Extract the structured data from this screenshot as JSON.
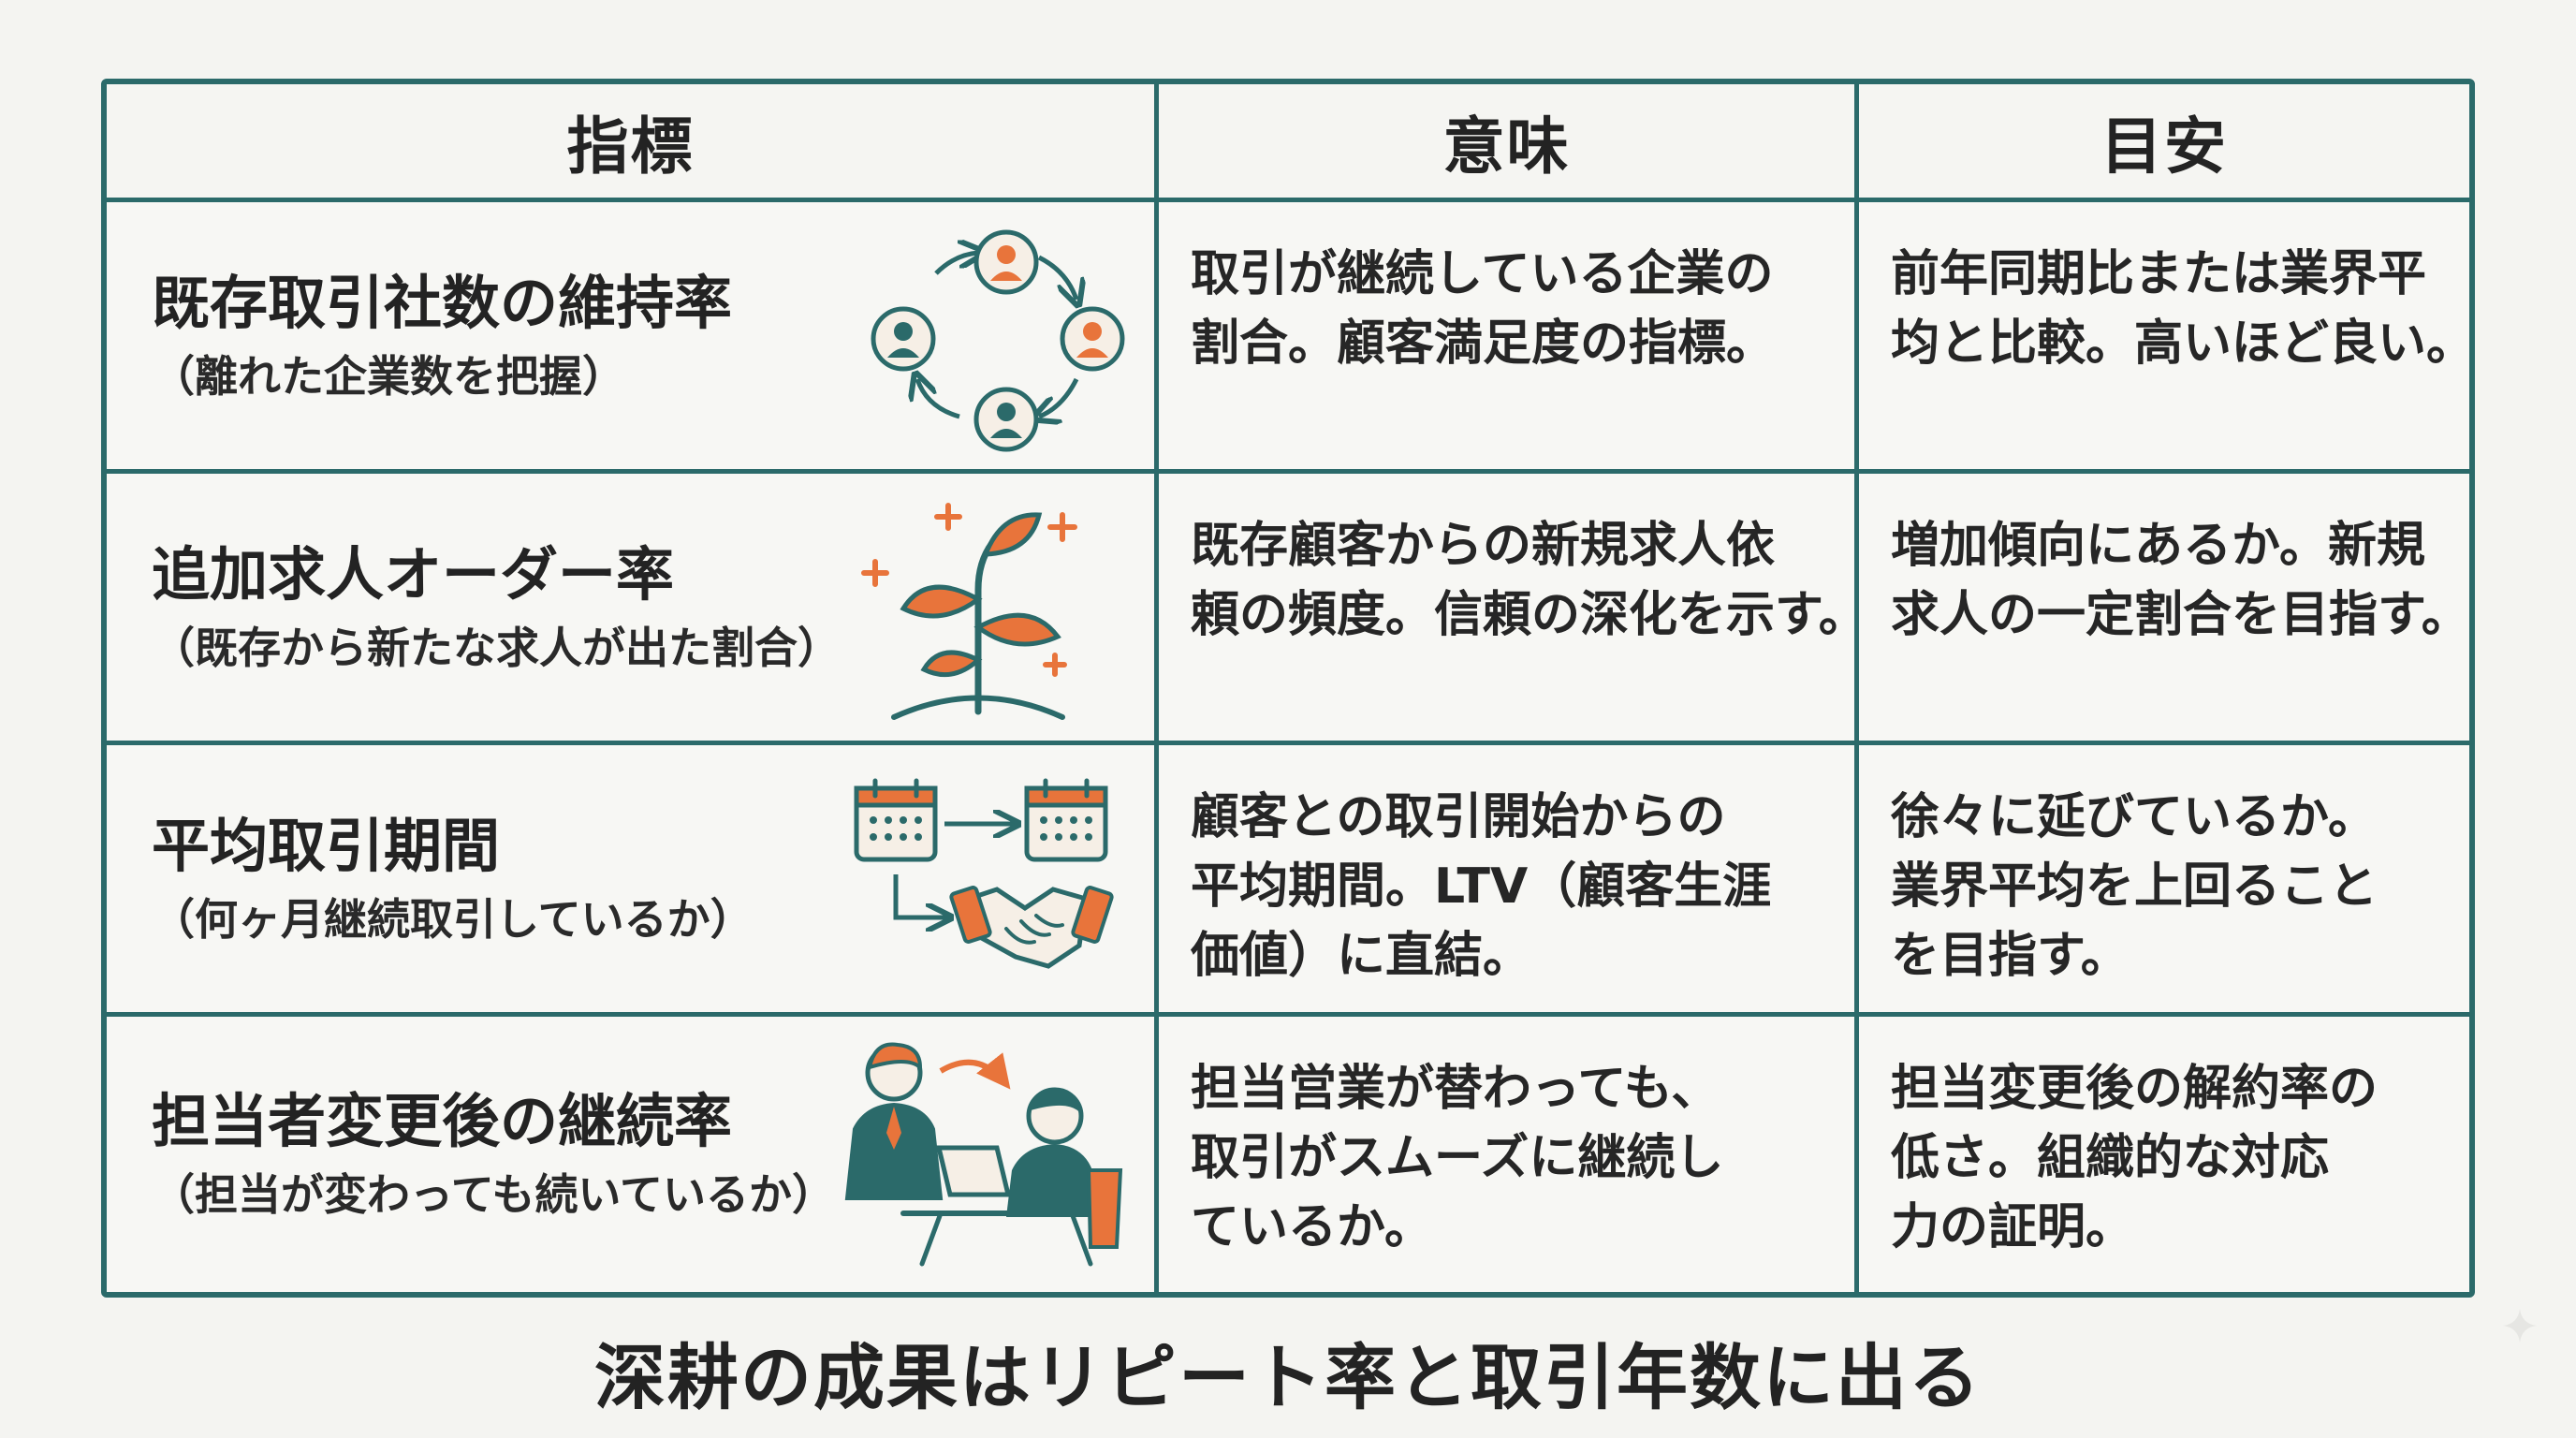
{
  "headers": [
    "指標",
    "意味",
    "目安"
  ],
  "rows": [
    {
      "metric_title": "既存取引社数の維持率",
      "metric_sub": "（離れた企業数を把握）",
      "icon": "people-cycle-icon",
      "meaning": [
        "取引が継続している企業の",
        "割合。顧客満足度の指標。"
      ],
      "target": [
        "前年同期比または業界平",
        "均と比較。高いほど良い。"
      ]
    },
    {
      "metric_title": "追加求人オーダー率",
      "metric_sub": "（既存から新たな求人が出た割合）",
      "icon": "sprout-growth-icon",
      "meaning": [
        "既存顧客からの新規求人依",
        "頼の頻度。信頼の深化を示す。"
      ],
      "target": [
        "増加傾向にあるか。新規",
        "求人の一定割合を目指す。"
      ]
    },
    {
      "metric_title": "平均取引期間",
      "metric_sub": "（何ヶ月継続取引しているか）",
      "icon": "calendar-handshake-icon",
      "meaning": [
        "顧客との取引開始からの",
        "平均期間。LTV（顧客生涯",
        "価値）に直結。"
      ],
      "target": [
        "徐々に延びているか。",
        "業界平均を上回ること",
        "を目指す。"
      ]
    },
    {
      "metric_title": "担当者変更後の継続率",
      "metric_sub": "（担当が変わっても続いているか）",
      "icon": "handover-meeting-icon",
      "meaning": [
        "担当営業が替わっても、",
        "取引がスムーズに継続し",
        "ているか。"
      ],
      "target": [
        "担当変更後の解約率の",
        "低さ。組織的な対応",
        "力の証明。"
      ]
    }
  ],
  "footer": "深耕の成果はリピート率と取引年数に出る",
  "colors": {
    "frame": "#2b6a6a",
    "accent_orange": "#e8743b",
    "text": "#232323",
    "background": "#f4f4f1"
  }
}
